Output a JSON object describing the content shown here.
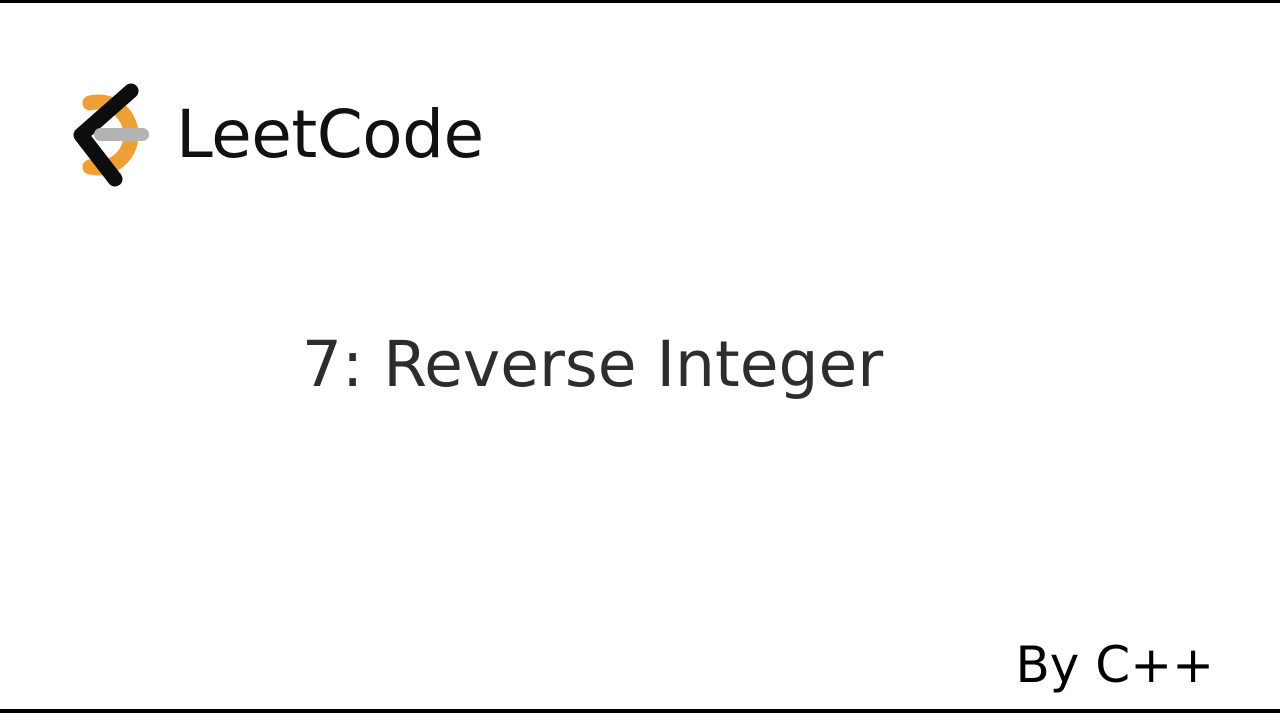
{
  "slide": {
    "background_color": "#ffffff",
    "letterbox_color": "#000000"
  },
  "brand": {
    "logo_icon_name": "leetcode-logo-icon",
    "wordmark": "LeetCode",
    "colors": {
      "chevron": "#0d0d0d",
      "arc": "#efa035",
      "bar": "#b3b3b3"
    }
  },
  "title": {
    "text": "7: Reverse Integer",
    "color": "#2d2d2d"
  },
  "byline": {
    "text": "By C++",
    "color": "#000000"
  }
}
